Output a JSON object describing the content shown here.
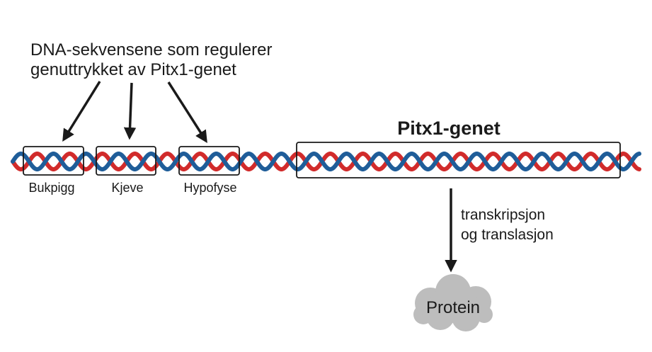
{
  "annotation": {
    "line1": "DNA-sekvensene som regulerer",
    "line2": "genuttrykket av Pitx1-genet"
  },
  "regulatory_regions": [
    {
      "label": "Bukpigg"
    },
    {
      "label": "Kjeve"
    },
    {
      "label": "Hypofyse"
    }
  ],
  "gene": {
    "title": "Pitx1-genet"
  },
  "process": {
    "line1": "transkripsjon",
    "line2": "og translasjon"
  },
  "product": {
    "label": "Protein"
  },
  "colors": {
    "strand_red": "#d12b2b",
    "strand_blue": "#1f5d99",
    "box_stroke": "#1a1a1a",
    "cloud": "#bdbdbd",
    "arrow": "#1a1a1a",
    "text": "#1a1a1a"
  }
}
